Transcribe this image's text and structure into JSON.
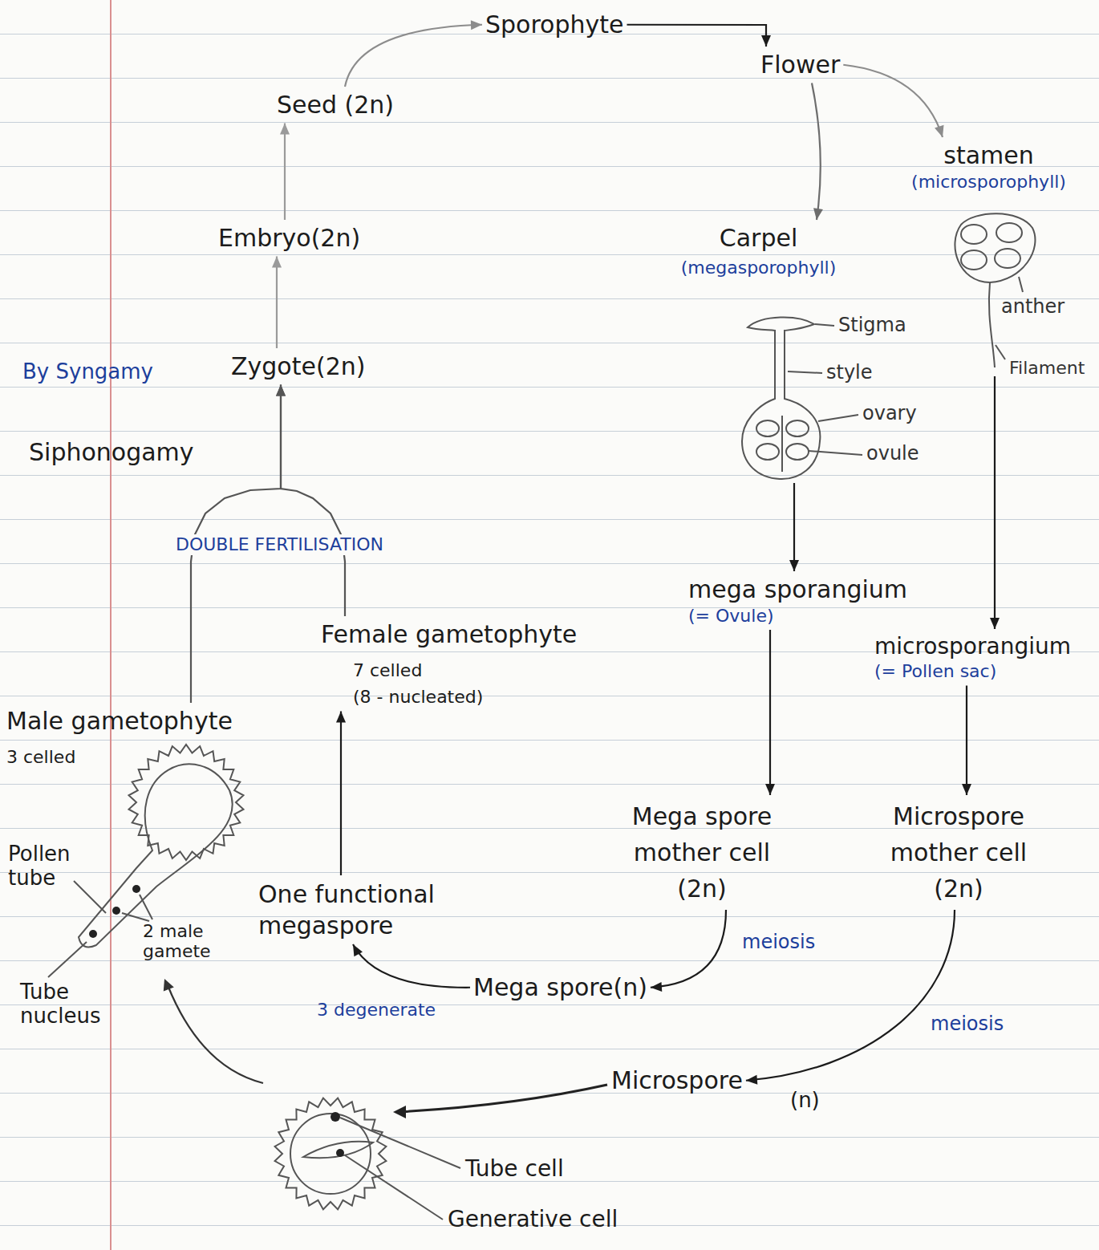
{
  "diagram": {
    "nodes": [
      {
        "text": [
          "Sporophyte"
        ]
      },
      {
        "text": [
          "Flower"
        ]
      },
      {
        "text": [
          "Seed (2n)"
        ]
      },
      {
        "text": [
          "stamen",
          "(microsporophyll)"
        ]
      },
      {
        "text": [
          "Carpel",
          "(megasporophyll)"
        ]
      },
      {
        "text": [
          "Embryo(2n)"
        ]
      },
      {
        "text": [
          "Zygote(2n)"
        ]
      },
      {
        "text": [
          "Female gametophyte",
          "7 celled",
          "(8 - nucleated)"
        ]
      },
      {
        "text": [
          "Male gametophyte",
          "3 celled"
        ]
      },
      {
        "text": [
          "mega sporangium",
          "(= Ovule)"
        ]
      },
      {
        "text": [
          "microsporangium",
          "(= Pollen sac)"
        ]
      },
      {
        "text": [
          "Mega spore mother cell (2n)"
        ]
      },
      {
        "text": [
          "Microspore mother cell (2n)"
        ]
      },
      {
        "text": [
          "One functional megaspore"
        ]
      },
      {
        "text": [
          "Mega spore(n)"
        ]
      },
      {
        "text": [
          "Microspore"
        ]
      }
    ],
    "edges": [
      {
        "from": 2,
        "to": 0,
        "arrow": "to"
      },
      {
        "from": 0,
        "to": 1,
        "arrow": "to"
      },
      {
        "from": 1,
        "to": 3,
        "arrow": "to"
      },
      {
        "from": 1,
        "to": 4,
        "arrow": "to"
      },
      {
        "from": 5,
        "to": 2,
        "arrow": "to"
      },
      {
        "from": 6,
        "to": 5,
        "arrow": "to"
      },
      {
        "from": 8,
        "to": 6,
        "arrow": "to"
      },
      {
        "from": 7,
        "to": 6,
        "arrow": "to"
      },
      {
        "from": 4,
        "to": 9,
        "arrow": "to"
      },
      {
        "from": 3,
        "to": 10,
        "arrow": "to"
      },
      {
        "from": 9,
        "to": 11,
        "arrow": "to"
      },
      {
        "from": 10,
        "to": 12,
        "arrow": "to"
      },
      {
        "from": 11,
        "to": 14,
        "label": "meiosis",
        "arrow": "to"
      },
      {
        "from": 12,
        "to": 15,
        "label": "meiosis",
        "arrow": "to"
      },
      {
        "from": 14,
        "to": 13,
        "label": "3 degenerate",
        "arrow": "to"
      },
      {
        "from": 13,
        "to": 7,
        "arrow": "to"
      }
    ],
    "labels": [
      "By Syngamy",
      "Siphonogamy",
      "DOUBLE FERTILISATION",
      "Stigma",
      "style",
      "ovary",
      "ovule",
      "anther",
      "Filament",
      "Pollen tube",
      "2 male gamete",
      "Tube nucleus",
      "(n)",
      "Tube cell",
      "Generative cell"
    ]
  }
}
